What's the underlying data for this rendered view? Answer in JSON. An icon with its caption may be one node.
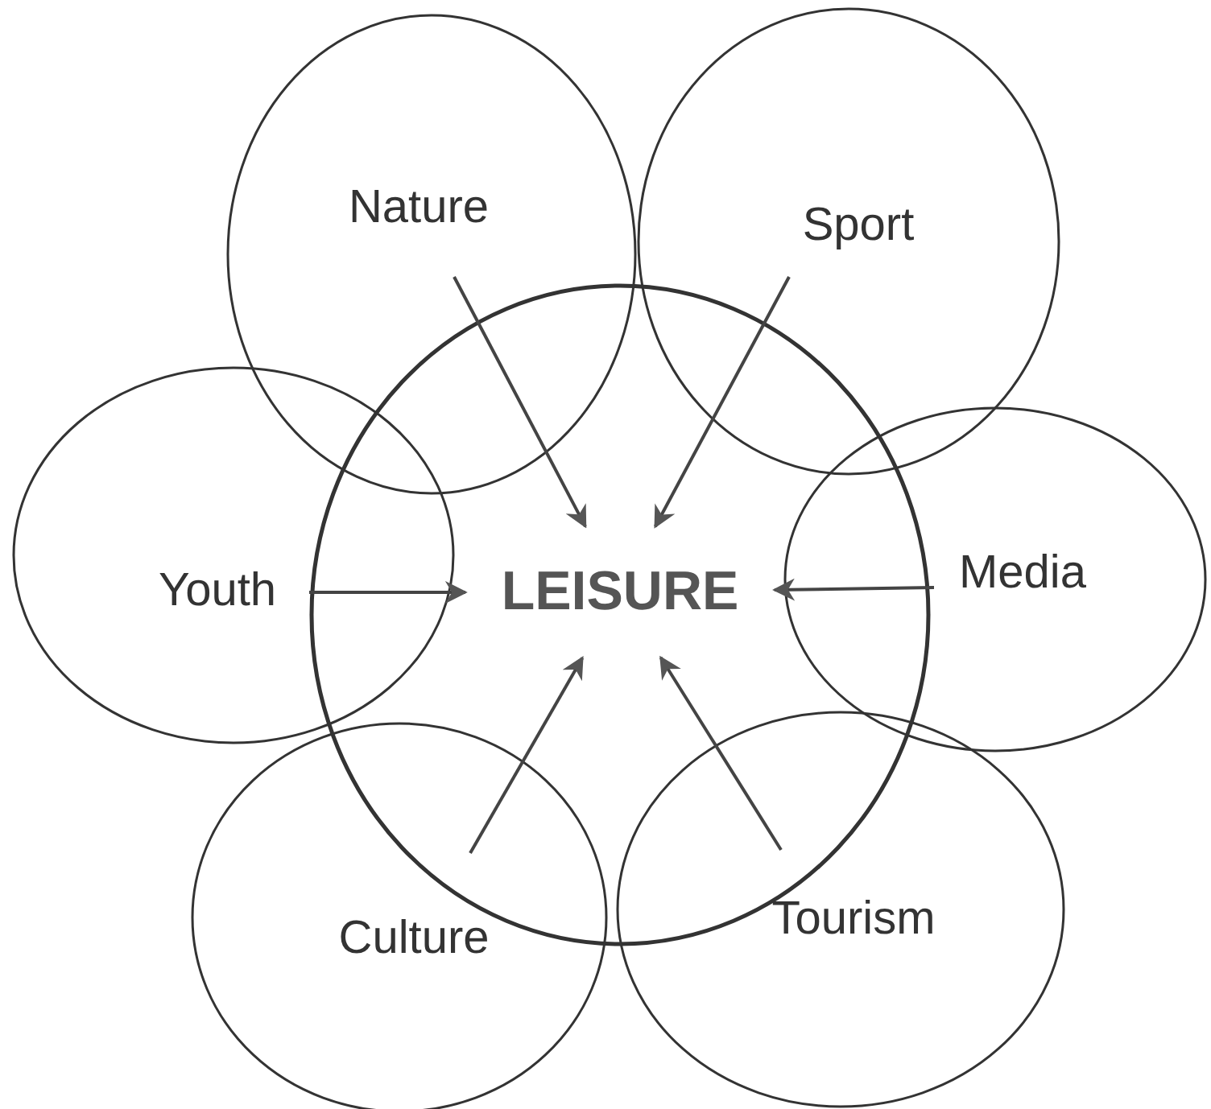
{
  "diagram": {
    "nodes": [
      {
        "text": [
          "LEISURE"
        ]
      },
      {
        "text": [
          "Nature"
        ]
      },
      {
        "text": [
          "Sport"
        ]
      },
      {
        "text": [
          "Youth"
        ]
      },
      {
        "text": [
          "Media"
        ]
      },
      {
        "text": [
          "Culture"
        ]
      },
      {
        "text": [
          "Tourism"
        ]
      }
    ],
    "edges": [
      {
        "from": 1,
        "to": 0,
        "arrow": "to"
      },
      {
        "from": 2,
        "to": 0,
        "arrow": "to"
      },
      {
        "from": 3,
        "to": 0,
        "arrow": "to"
      },
      {
        "from": 4,
        "to": 0,
        "arrow": "to"
      },
      {
        "from": 5,
        "to": 0,
        "arrow": "to"
      },
      {
        "from": 6,
        "to": 0,
        "arrow": "to"
      }
    ]
  }
}
